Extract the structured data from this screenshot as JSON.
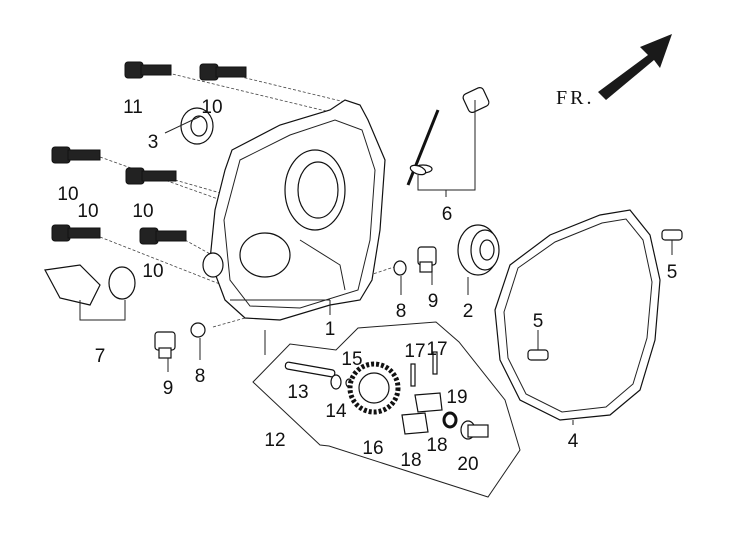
{
  "diagram": {
    "direction_label": "FR.",
    "callouts": [
      "11",
      "10",
      "3",
      "10",
      "10",
      "10",
      "10",
      "6",
      "5",
      "5",
      "8",
      "9",
      "2",
      "1",
      "7",
      "9",
      "8",
      "15",
      "17",
      "17",
      "13",
      "14",
      "19",
      "12",
      "16",
      "18",
      "18",
      "20",
      "4"
    ]
  }
}
